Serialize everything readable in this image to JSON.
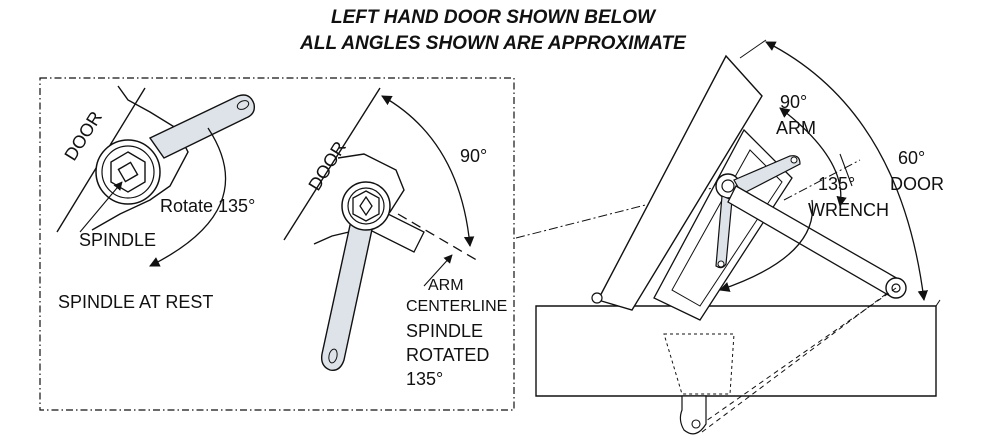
{
  "header": {
    "line1": "LEFT HAND DOOR SHOWN BELOW",
    "line2": "ALL ANGLES SHOWN ARE APPROXIMATE"
  },
  "left_panel": {
    "door_label": "DOOR",
    "rotate_label": "Rotate 135°",
    "spindle_label": "SPINDLE",
    "spindle_rest_label": "SPINDLE AT REST"
  },
  "middle_panel": {
    "door_label": "DOOR",
    "angle_label": "90°",
    "arm_label": "ARM",
    "centerline_label": "CENTERLINE",
    "spindle_rotated_line1": "SPINDLE",
    "spindle_rotated_line2": "ROTATED",
    "spindle_rotated_line3": "135°"
  },
  "right_panel": {
    "arm_angle_label": "90°",
    "arm_label": "ARM",
    "wrench_angle_label": "135°",
    "wrench_label": "WRENCH",
    "door_angle_label": "60°",
    "door_label": "DOOR"
  },
  "colors": {
    "wrench_fill": "#dde3e8",
    "line": "#111111"
  }
}
